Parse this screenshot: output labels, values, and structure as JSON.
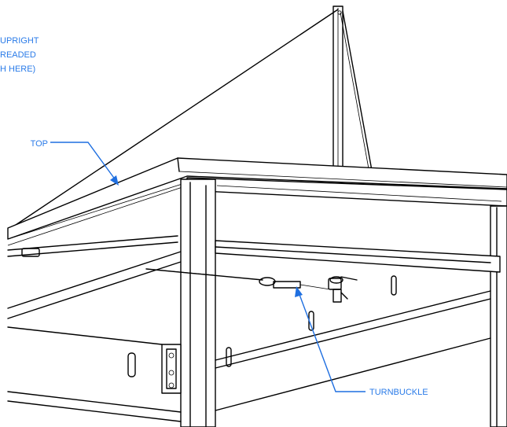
{
  "labels": {
    "upright_note": [
      "UPRIGHT",
      "READED",
      "H HERE)"
    ],
    "top": "TOP",
    "turnbuckle": "TURNBUCKLE"
  },
  "colors": {
    "callout": "#1f6fe0",
    "label_text": "#2a7be8",
    "linework": "#000000",
    "background": "#ffffff"
  }
}
